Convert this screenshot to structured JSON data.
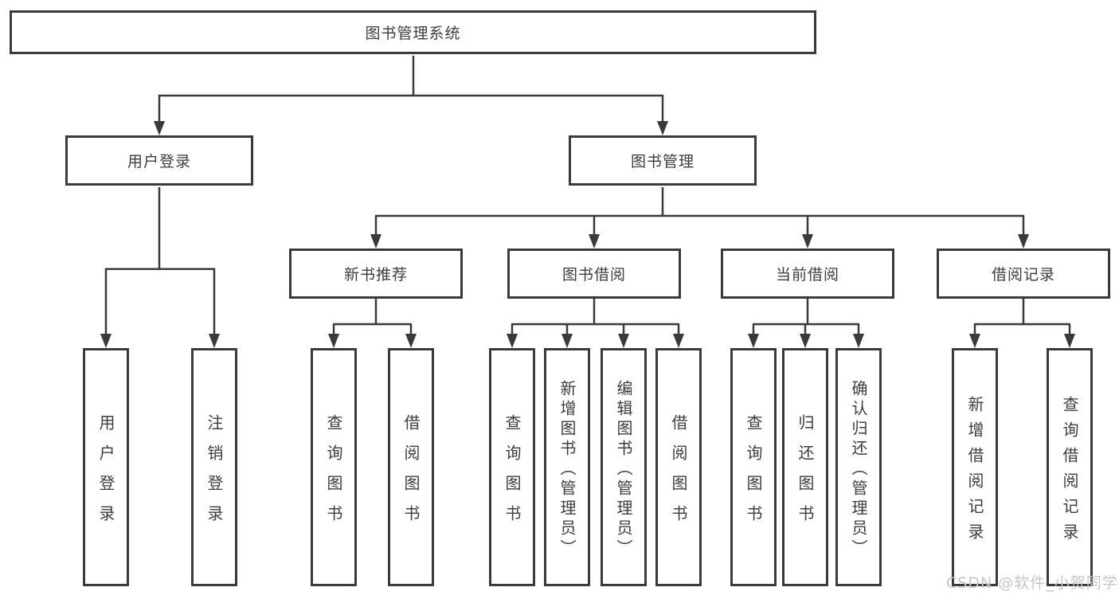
{
  "diagram": {
    "title": "图书管理系统",
    "colors": {
      "line": "#3a3a3a",
      "node_border": "#3a3a3a",
      "text": "#3d3d3d",
      "watermark": "#c6c6c6",
      "background": "#ffffff"
    },
    "root": {
      "label": "图书管理系统",
      "children": [
        {
          "label": "用户登录",
          "children": [
            {
              "label": "用户登录"
            },
            {
              "label": "注销登录"
            }
          ]
        },
        {
          "label": "图书管理",
          "children": [
            {
              "label": "新书推荐",
              "children": [
                {
                  "label": "查询图书"
                },
                {
                  "label": "借阅图书"
                }
              ]
            },
            {
              "label": "图书借阅",
              "children": [
                {
                  "label": "查询图书"
                },
                {
                  "label": "新增图书（管理员）"
                },
                {
                  "label": "编辑图书（管理员）"
                },
                {
                  "label": "借阅图书"
                }
              ]
            },
            {
              "label": "当前借阅",
              "children": [
                {
                  "label": "查询图书"
                },
                {
                  "label": "归还图书"
                },
                {
                  "label": "确认归还（管理员）"
                }
              ]
            },
            {
              "label": "借阅记录",
              "children": [
                {
                  "label": "新增借阅记录"
                },
                {
                  "label": "查询借阅记录"
                }
              ]
            }
          ]
        }
      ]
    }
  },
  "watermark": {
    "text": "CSDN @软件_小贺同学"
  }
}
